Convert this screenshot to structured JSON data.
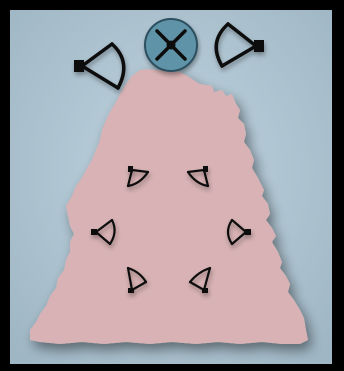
{
  "colors": {
    "frame": "#000000",
    "backdrop": "#bfd3df",
    "backdrop_edge": "#9fb6c4",
    "rock": "#d8b2b4",
    "rock_shadow": "#9b8a8e",
    "hub_fill": "#5e93a8",
    "hub_ring": "#2d4f5e",
    "stroke": "#111111"
  },
  "scene": {
    "hub_icon": "circle-x-hub-icon",
    "top_emitters": [
      {
        "name": "top-left-emitter-icon",
        "facing": "right"
      },
      {
        "name": "top-right-emitter-icon",
        "facing": "left"
      }
    ],
    "ring_emitters": [
      {
        "name": "ring-emitter-upper-left-icon",
        "facing": "inward"
      },
      {
        "name": "ring-emitter-upper-right-icon",
        "facing": "inward"
      },
      {
        "name": "ring-emitter-left-icon",
        "facing": "inward"
      },
      {
        "name": "ring-emitter-right-icon",
        "facing": "inward"
      },
      {
        "name": "ring-emitter-lower-left-icon",
        "facing": "inward"
      },
      {
        "name": "ring-emitter-lower-right-icon",
        "facing": "inward"
      }
    ]
  }
}
